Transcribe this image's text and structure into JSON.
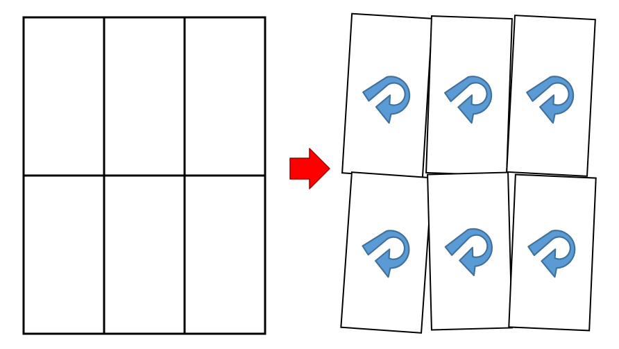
{
  "diagram": {
    "left_grid": {
      "rows": 2,
      "columns": 3
    },
    "transition_arrow": {
      "color": "#FF0000",
      "stroke": "#9E0000",
      "direction": "right"
    },
    "right_tiles": {
      "rows": 2,
      "columns": 3,
      "tile_count": 6,
      "tile_icon": "rotate-clockwise-arrow-icon",
      "icon_color": "#5B9BD5",
      "icon_stroke": "#41719C"
    },
    "line_color": "#000000"
  }
}
